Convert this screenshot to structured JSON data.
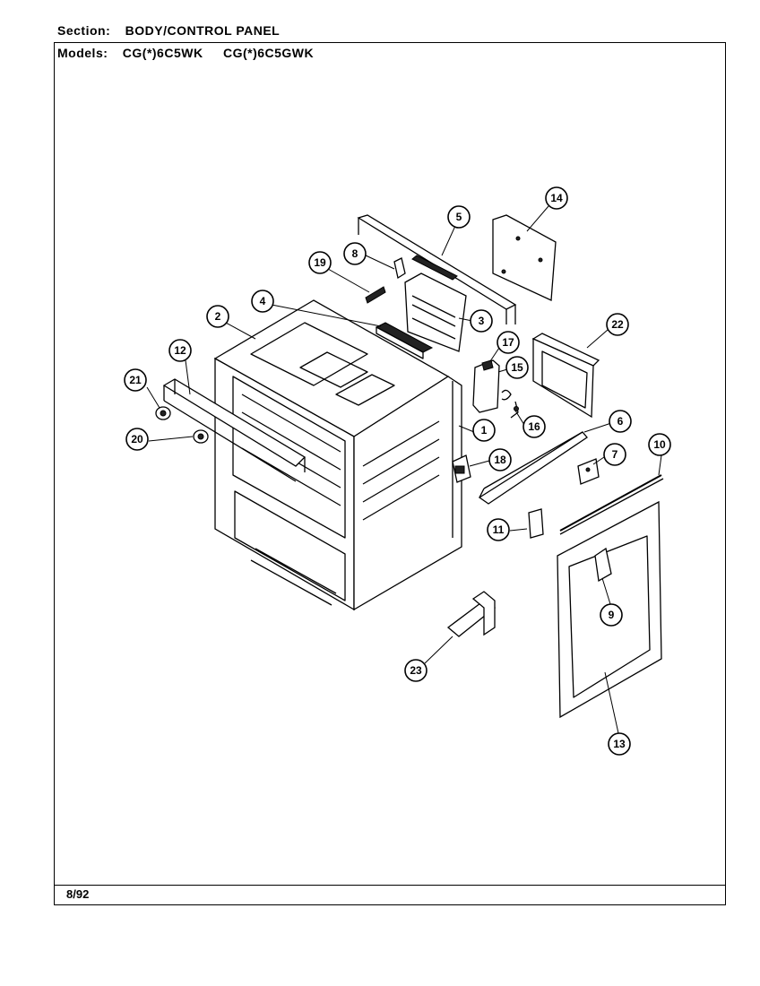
{
  "header": {
    "section_label": "Section:",
    "section_value": "BODY/CONTROL PANEL",
    "models_label": "Models:",
    "model_1": "CG(*)6C5WK",
    "model_2": "CG(*)6C5GWK"
  },
  "footer": {
    "date": "8/92"
  },
  "callouts": [
    "14",
    "5",
    "8",
    "19",
    "4",
    "2",
    "3",
    "22",
    "17",
    "15",
    "12",
    "21",
    "1",
    "16",
    "20",
    "6",
    "18",
    "7",
    "10",
    "11",
    "9",
    "23",
    "13"
  ]
}
